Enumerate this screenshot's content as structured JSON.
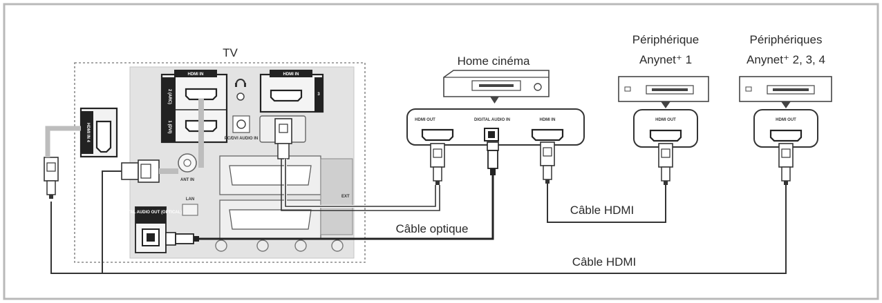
{
  "labels": {
    "tv": "TV",
    "home_cinema": "Home cinéma",
    "device1_line1": "Périphérique",
    "device1_line2": "Anynet⁺ 1",
    "devices_line1": "Périphériques",
    "devices_line2": "Anynet⁺ 2, 3, 4",
    "cable_hdmi_1": "Câble HDMI",
    "cable_optical": "Câble optique",
    "cable_hdmi_2": "Câble HDMI"
  },
  "ports": {
    "tv_hdmi_in_left": "HDMI IN",
    "tv_hdmi_in_right": "HDMI IN",
    "tv_hdmi_2_label": "2 (ARC)",
    "tv_hdmi_1_label": "1 (DVI)",
    "tv_hdmi_3_label": "3",
    "tv_side_hdmi": "HDMI IN 4",
    "tv_pc_audio": "PC/DVI AUDIO IN",
    "tv_ant": "ANT IN",
    "tv_lan": "LAN",
    "tv_digital_out": "DIGITAL AUDIO OUT (OPTICAL)",
    "tv_ext": "EXT",
    "hc_hdmi_out": "HDMI OUT",
    "hc_digital_in": "DIGITAL AUDIO IN",
    "hc_hdmi_in": "HDMI IN",
    "dev1_hdmi_out": "HDMI OUT",
    "dev2_hdmi_out": "HDMI OUT"
  }
}
